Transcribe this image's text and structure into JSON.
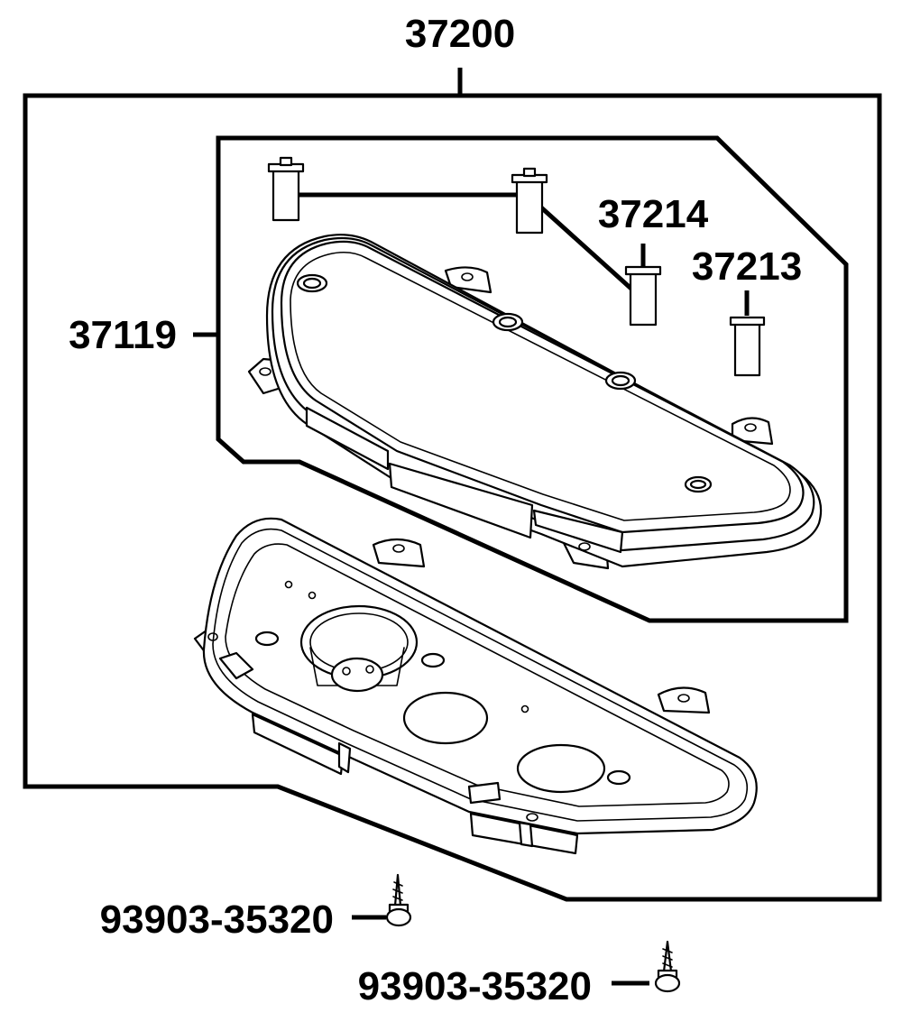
{
  "labels": {
    "assembly": "37200",
    "cover": "37119",
    "lamp_a": "37214",
    "lamp_b": "37213",
    "screw_1": "93903-35320",
    "screw_2": "93903-35320"
  }
}
